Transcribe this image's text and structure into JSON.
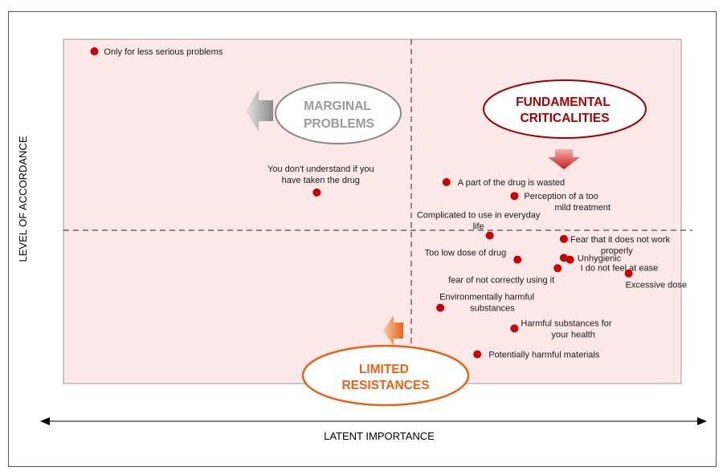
{
  "chart_data": {
    "type": "scatter",
    "xlabel": "LATENT IMPORTANCE",
    "ylabel": "LEVEL OF ACCORDANCE",
    "quadrants": {
      "top_left": "MARGINAL PROBLEMS",
      "top_right": "FUNDAMENTAL CRITICALITIES",
      "bottom": "LIMITED RESISTANCES"
    },
    "colors": {
      "point": "#c80000",
      "plot_bg": "#fde8e8",
      "marginal": "#888888",
      "fundamental": "#9a0000",
      "limited": "#e8621a"
    },
    "points": [
      {
        "label": "Only for less serious problems",
        "x": 0.05,
        "y": 0.965
      },
      {
        "label": "You don't understand if you have taken the drug",
        "x": 0.41,
        "y": 0.555
      },
      {
        "label": "A part of the drug is wasted",
        "x": 0.62,
        "y": 0.585
      },
      {
        "label": "Perception of a too mild treatment",
        "x": 0.73,
        "y": 0.545
      },
      {
        "label": "Complicated to use in everyday life",
        "x": 0.69,
        "y": 0.43
      },
      {
        "label": "Fear that it does not work properly",
        "x": 0.81,
        "y": 0.42
      },
      {
        "label": "Unhygienic",
        "x": 0.81,
        "y": 0.365
      },
      {
        "label": "I do not feel at ease",
        "x": 0.82,
        "y": 0.36
      },
      {
        "label": "Too low dose of drug",
        "x": 0.735,
        "y": 0.36
      },
      {
        "label": "fear of not correctly using it",
        "x": 0.8,
        "y": 0.335
      },
      {
        "label": "Excessive dose",
        "x": 0.915,
        "y": 0.32
      },
      {
        "label": "Environmentally harmful substances",
        "x": 0.61,
        "y": 0.22
      },
      {
        "label": "Harmful substances for your health",
        "x": 0.73,
        "y": 0.16
      },
      {
        "label": "Potentially harmful materials",
        "x": 0.67,
        "y": 0.085
      }
    ]
  }
}
